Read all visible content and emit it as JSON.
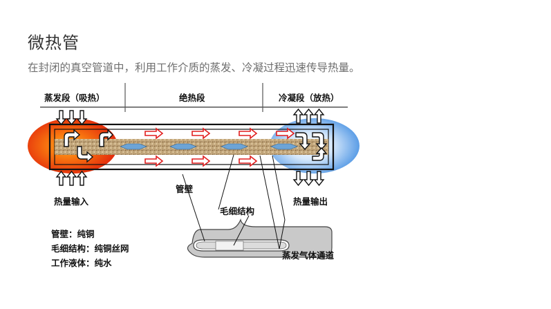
{
  "title": "微热管",
  "subtitle": "在封闭的真空管道中，利用工作介质的蒸发、冷凝过程迅速传导热量。",
  "sections": {
    "evaporation": "蒸发段（吸热）",
    "adiabatic": "绝热段",
    "condensation": "冷凝段（放热）"
  },
  "labels": {
    "heat_input": "热量输入",
    "heat_output": "热量输出",
    "pipe_wall": "管壁",
    "capillary": "毛细结构",
    "vapor_channel": "蒸发气体通道"
  },
  "materials": [
    "管壁：纯铜",
    "毛细结构：纯铜丝网",
    "工作液体：纯水"
  ],
  "colors": {
    "hot": "#e8380f",
    "cold": "#4a90e2",
    "arrow_red": "#e11d1d",
    "wick": "#b89a6e"
  }
}
